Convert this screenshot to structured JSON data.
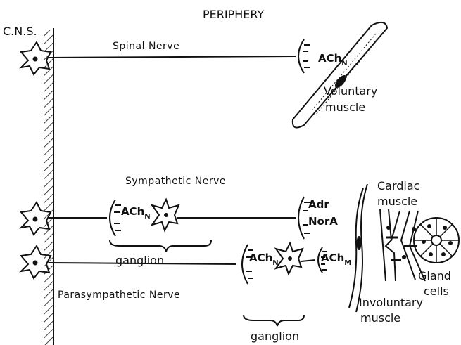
{
  "header": {
    "periphery": "PERIPHERY",
    "cns": "C.N.S."
  },
  "nerves": {
    "spinal": "Spinal Nerve",
    "sympathetic": "Sympathetic Nerve",
    "parasympathetic": "Parasympathetic Nerve"
  },
  "transmitters": {
    "ach": "ACh",
    "sub_n": "N",
    "sub_m": "M",
    "adr": "Adr",
    "nora": "NorA"
  },
  "labels": {
    "ganglion": "ganglion",
    "voluntary_1": "Voluntary",
    "voluntary_2": "muscle",
    "cardiac_1": "Cardiac",
    "cardiac_2": "muscle",
    "gland_1": "Gland",
    "gland_2": "cells",
    "involuntary_1": "Involuntary",
    "involuntary_2": "muscle"
  }
}
